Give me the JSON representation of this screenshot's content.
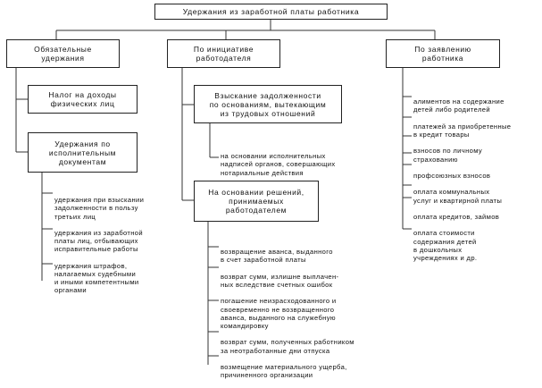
{
  "title": "Удержания из заработной платы работника",
  "columns": [
    {
      "label": "Обязательные\nудержания"
    },
    {
      "label": "По инициативе\nработодателя"
    },
    {
      "label": "По заявлению\nработника"
    }
  ],
  "mandatory": {
    "box1": "Налог на доходы\nфизических лиц",
    "box2": "Удержания по\nисполнительным\nдокументам",
    "items": [
      "удержания при взыскании\nзадолженности в пользу\nтретьих лиц",
      "удержания из заработной\nплаты лиц, отбывающих\nисправительные работы",
      "удержания штрафов,\nналагаемых судебными\nи иными компетентными\nорганами"
    ]
  },
  "employer": {
    "box1": "Взыскание задолженности\nпо основаниям, вытекающим\nиз трудовых отношений",
    "box1_items": [
      "на основании исполнительных\nнадписей органов, совершающих\nнотариальные действия"
    ],
    "box2": "На основании решений,\nпринимаемых\nработодателем",
    "box2_items": [
      "возвращение аванса, выданного\nв счет заработной платы",
      "возврат сумм, излишне выплачен-\nных вследствие счетных ошибок",
      "погашение неизрасходованного и\nсвоевременно не возвращенного\nаванса, выданного на служебную\nкомандировку",
      "возврат сумм, полученных работником\nза неотработанные дни отпуска",
      "возмещение материального ущерба,\nпричиненного организации"
    ]
  },
  "employee": {
    "items": [
      "алиментов на содержание\nдетей либо родителей",
      "платежей за приобретенные\nв кредит товары",
      "взносов по личному\nстрахованию",
      "профсоюзных взносов",
      "оплата коммунальных\nуслуг и квартирной платы",
      "оплата кредитов, займов",
      "оплата стоимости\nсодержания детей\nв дошкольных\nучреждениях и др."
    ]
  }
}
